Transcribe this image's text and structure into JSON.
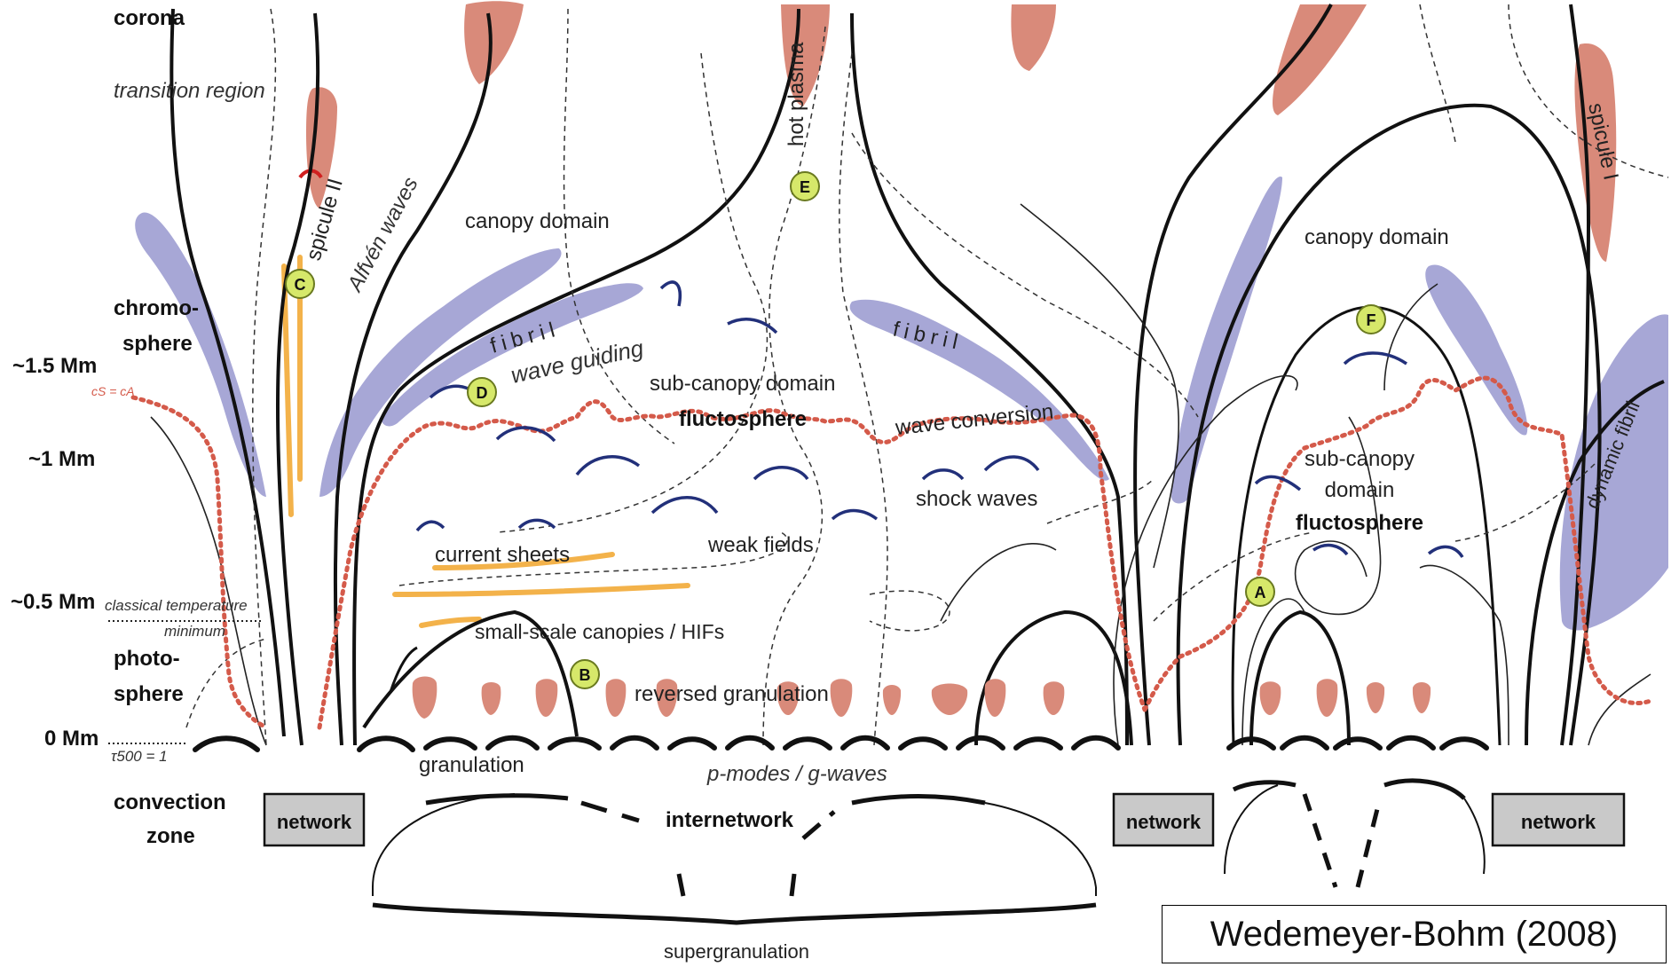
{
  "diagram": {
    "layers": {
      "corona": "corona",
      "transition_region": "transition region",
      "chromosphere": [
        "chromo-",
        "sphere"
      ],
      "photosphere": [
        "photo-",
        "sphere"
      ],
      "convection_zone": [
        "convection",
        "zone"
      ]
    },
    "heights": {
      "h15": "~1.5 Mm",
      "h1": "~1 Mm",
      "h05": "~0.5 Mm",
      "h0": "0 Mm"
    },
    "markers": {
      "cs_ca": "cS = cA",
      "classical_temp": "classical temperature",
      "minimum": "minimum",
      "tau": "τ500 = 1"
    },
    "regions": {
      "canopy_left": "canopy domain",
      "canopy_right": "canopy domain",
      "fibril_left": "fibril",
      "fibril_mid": "fibril",
      "wave_guiding": "wave guiding",
      "sub_canopy_left": "sub-canopy domain",
      "fluctosphere_left": "fluctosphere",
      "wave_conversion": "wave conversion",
      "shock_waves": "shock waves",
      "weak_fields": "weak fields",
      "current_sheets": "current sheets",
      "small_scale": "small-scale canopies  /  HIFs",
      "reversed_granulation": "reversed granulation",
      "granulation": "granulation",
      "pmodes": "p-modes / g-waves",
      "internetwork": "internetwork",
      "supergranulation": "supergranulation",
      "sub_canopy_right_1": "sub-canopy",
      "sub_canopy_right_2": "domain",
      "fluctosphere_right": "fluctosphere",
      "hot_plasma": "hot plasma",
      "spicule_ii": "spicule II",
      "spicule_i": "spicule I",
      "alfven": "Alfvén waves",
      "dynamic_fibril": "dynamic fibril"
    },
    "network_boxes": [
      "network",
      "network",
      "network"
    ],
    "circle_markers": [
      "A",
      "B",
      "C",
      "D",
      "E",
      "F"
    ],
    "credit": "Wedemeyer-Bohm (2008)",
    "colors": {
      "plasma_red": "#d98a7a",
      "fibril_blue": "#a7a7d6",
      "sheet_orange": "#f3b24a",
      "dotted_red": "#d45a4a",
      "marker_yellow": "#d6e86a",
      "wave_arc_blue": "#22307a",
      "box_grey": "#c9c9c9"
    }
  }
}
